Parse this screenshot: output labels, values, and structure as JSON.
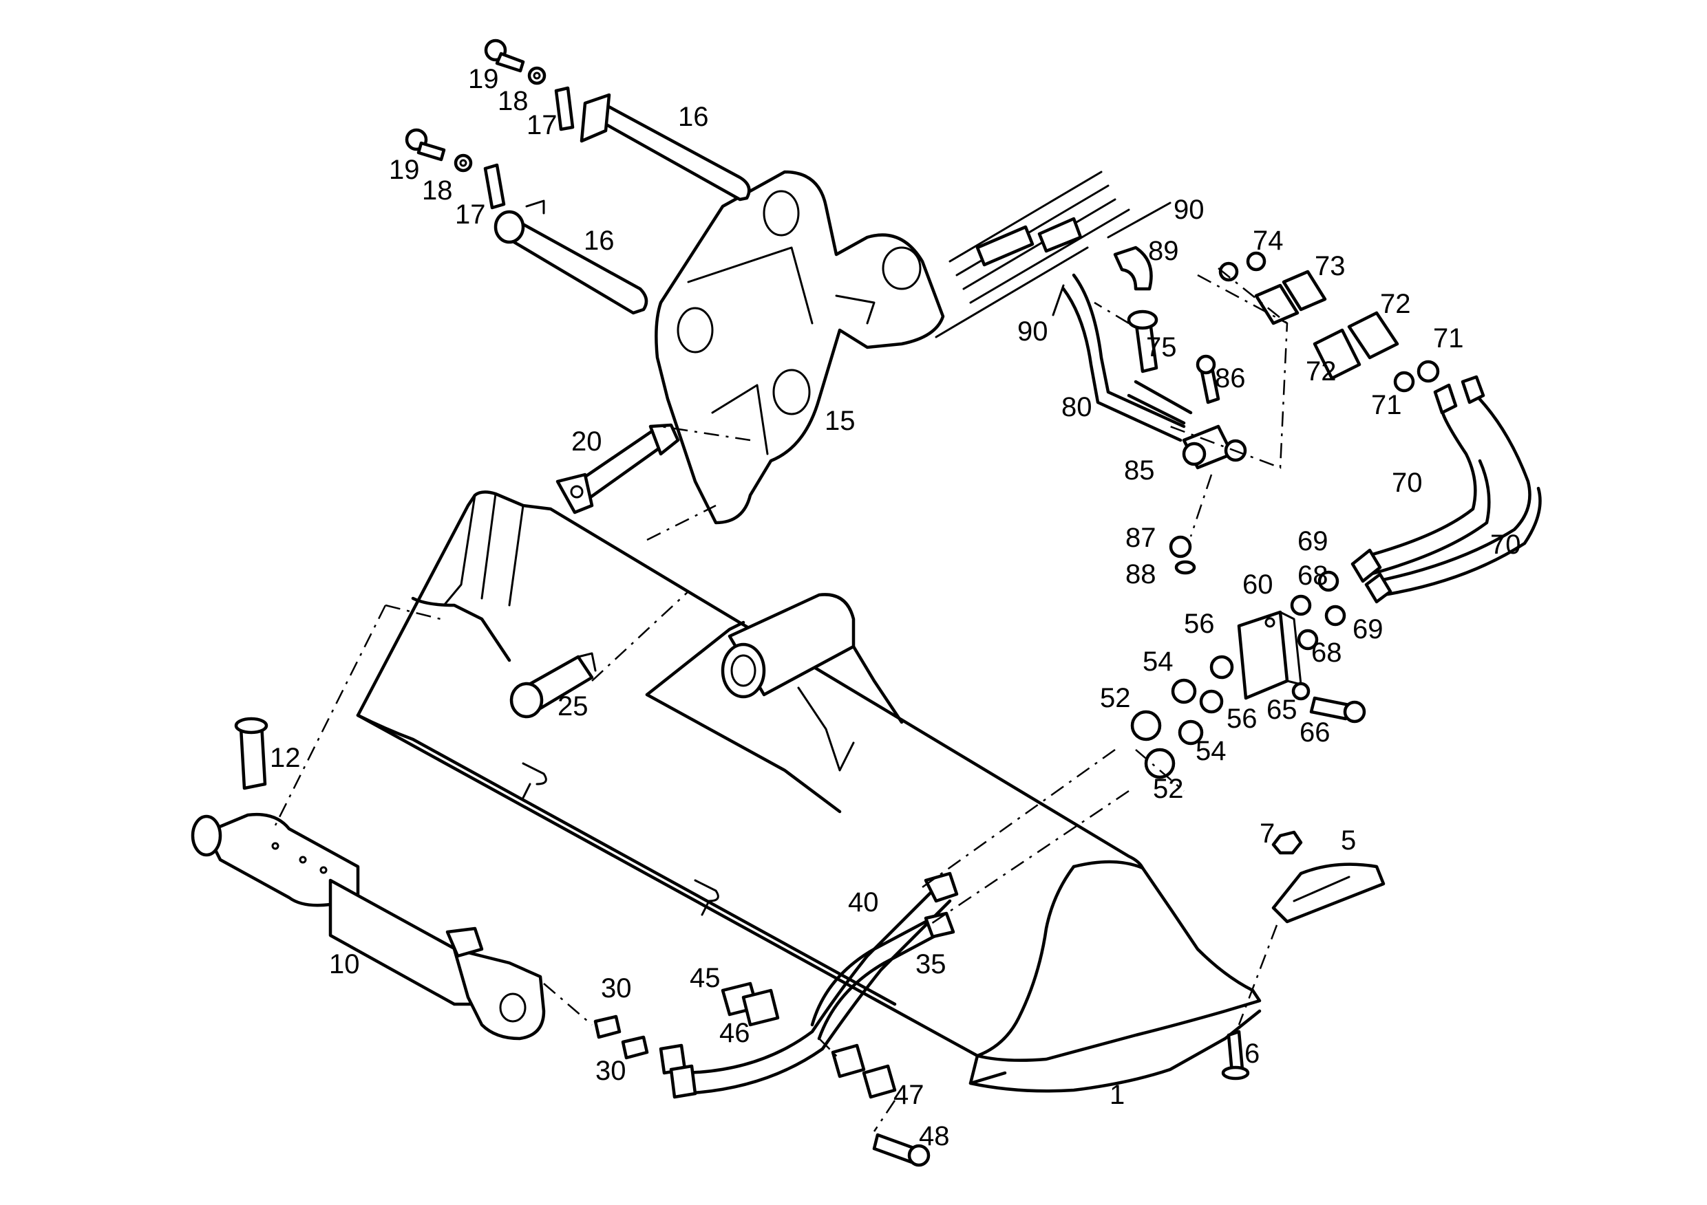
{
  "diagram": {
    "labels": [
      {
        "id": "l19a",
        "text": "19"
      },
      {
        "id": "l18a",
        "text": "18"
      },
      {
        "id": "l17a",
        "text": "17"
      },
      {
        "id": "l16a",
        "text": "16"
      },
      {
        "id": "l19b",
        "text": "19"
      },
      {
        "id": "l18b",
        "text": "18"
      },
      {
        "id": "l17b",
        "text": "17"
      },
      {
        "id": "l16b",
        "text": "16"
      },
      {
        "id": "l20",
        "text": "20"
      },
      {
        "id": "l15",
        "text": "15"
      },
      {
        "id": "l25",
        "text": "25"
      },
      {
        "id": "l12",
        "text": "12"
      },
      {
        "id": "l10",
        "text": "10"
      },
      {
        "id": "l30a",
        "text": "30"
      },
      {
        "id": "l30b",
        "text": "30"
      },
      {
        "id": "l45",
        "text": "45"
      },
      {
        "id": "l46",
        "text": "46"
      },
      {
        "id": "l47",
        "text": "47"
      },
      {
        "id": "l48",
        "text": "48"
      },
      {
        "id": "l40",
        "text": "40"
      },
      {
        "id": "l35",
        "text": "35"
      },
      {
        "id": "l1",
        "text": "1"
      },
      {
        "id": "l6",
        "text": "6"
      },
      {
        "id": "l7",
        "text": "7"
      },
      {
        "id": "l5",
        "text": "5"
      },
      {
        "id": "l52a",
        "text": "52"
      },
      {
        "id": "l52b",
        "text": "52"
      },
      {
        "id": "l54a",
        "text": "54"
      },
      {
        "id": "l54b",
        "text": "54"
      },
      {
        "id": "l56a",
        "text": "56"
      },
      {
        "id": "l56b",
        "text": "56"
      },
      {
        "id": "l60",
        "text": "60"
      },
      {
        "id": "l65",
        "text": "65"
      },
      {
        "id": "l66",
        "text": "66"
      },
      {
        "id": "l68a",
        "text": "68"
      },
      {
        "id": "l68b",
        "text": "68"
      },
      {
        "id": "l69a",
        "text": "69"
      },
      {
        "id": "l69b",
        "text": "69"
      },
      {
        "id": "l70a",
        "text": "70"
      },
      {
        "id": "l70b",
        "text": "70"
      },
      {
        "id": "l71a",
        "text": "71"
      },
      {
        "id": "l71b",
        "text": "71"
      },
      {
        "id": "l72a",
        "text": "72"
      },
      {
        "id": "l72b",
        "text": "72"
      },
      {
        "id": "l73",
        "text": "73"
      },
      {
        "id": "l74",
        "text": "74"
      },
      {
        "id": "l75",
        "text": "75"
      },
      {
        "id": "l80",
        "text": "80"
      },
      {
        "id": "l85",
        "text": "85"
      },
      {
        "id": "l86",
        "text": "86"
      },
      {
        "id": "l87",
        "text": "87"
      },
      {
        "id": "l88",
        "text": "88"
      },
      {
        "id": "l89",
        "text": "89"
      },
      {
        "id": "l90a",
        "text": "90"
      },
      {
        "id": "l90b",
        "text": "90"
      }
    ]
  }
}
